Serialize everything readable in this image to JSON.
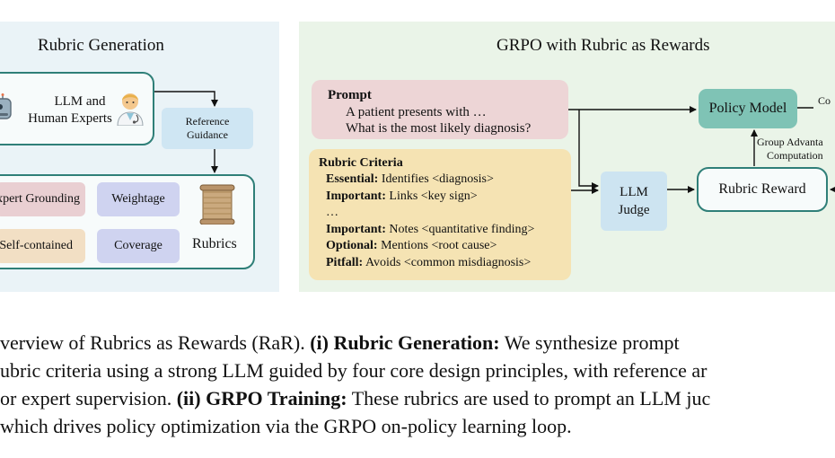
{
  "left": {
    "title": "Rubric Generation",
    "expert_box": {
      "line1": "LLM and",
      "line2": "Human Experts"
    },
    "reference": {
      "line1": "Reference",
      "line2": "Guidance"
    },
    "principles": [
      "Expert Grounding",
      "Weightage",
      "Self-contained",
      "Coverage"
    ],
    "rubrics_label": "Rubrics"
  },
  "right": {
    "title": "GRPO with Rubric as Rewards",
    "prompt": {
      "heading": "Prompt",
      "line1": "A patient presents with …",
      "line2": "What is the most likely diagnosis?"
    },
    "criteria": {
      "heading": "Rubric Criteria",
      "items": [
        {
          "label": "Essential:",
          "text": " Identifies <diagnosis>"
        },
        {
          "label": "Important:",
          "text": " Links <key sign>"
        },
        {
          "label": "",
          "text": "…"
        },
        {
          "label": "Important:",
          "text": " Notes  <quantitative finding>"
        },
        {
          "label": "Optional:",
          "text": " Mentions <root cause>"
        },
        {
          "label": "Pitfall:",
          "text": " Avoids <common misdiagnosis>"
        }
      ]
    },
    "judge": {
      "line1": "LLM",
      "line2": "Judge"
    },
    "policy_model": "Policy Model",
    "rubric_reward": "Rubric Reward",
    "advantage": {
      "line1": "Group Advanta",
      "line2": "Computation"
    },
    "cut_label": "Co"
  },
  "caption": {
    "line1": [
      {
        "text": "verview of Rubrics as Rewards (RaR). ",
        "bold": false
      },
      {
        "text": "(i) Rubric Generation:",
        "bold": true
      },
      {
        "text": " We synthesize prompt",
        "bold": false
      }
    ],
    "line2": [
      {
        "text": "ubric criteria using a strong LLM guided by four core design principles, with reference ar",
        "bold": false
      }
    ],
    "line3": [
      {
        "text": "or expert supervision. ",
        "bold": false
      },
      {
        "text": "(ii) GRPO Training:",
        "bold": true
      },
      {
        "text": " These rubrics are used to prompt an LLM juc",
        "bold": false
      }
    ],
    "line4": [
      {
        "text": "which drives policy optimization via the GRPO on-policy learning loop.",
        "bold": false
      }
    ]
  }
}
